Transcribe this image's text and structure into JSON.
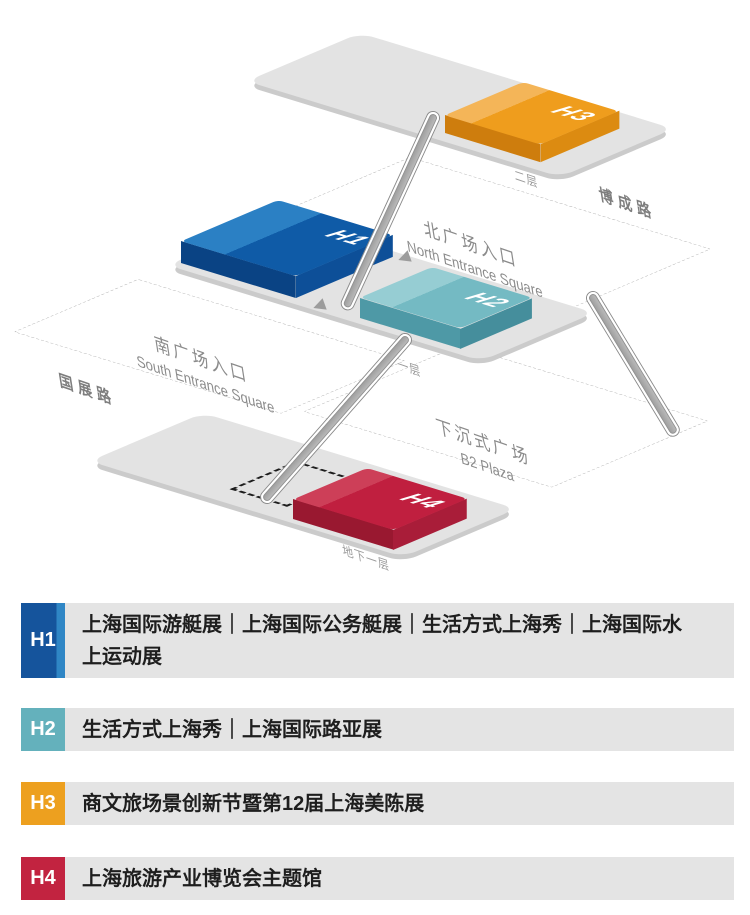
{
  "map": {
    "floor_labels": {
      "level2": "二层",
      "level1": "一层",
      "basement": "地下一层"
    },
    "halls": [
      {
        "id": "h1",
        "label": "H1"
      },
      {
        "id": "h2",
        "label": "H2"
      },
      {
        "id": "h3",
        "label": "H3"
      },
      {
        "id": "h4",
        "label": "H4"
      }
    ],
    "areas": {
      "north": {
        "zh": "北广场入口",
        "en": "North Entrance Square"
      },
      "south": {
        "zh": "南广场入口",
        "en": "South Entrance Square"
      },
      "b2": {
        "zh": "下沉式广场",
        "en": "B2 Plaza"
      }
    },
    "roads": {
      "bocheng": "博成路",
      "guozhan": "国展路"
    }
  },
  "legend": {
    "rows": [
      {
        "code": "H1",
        "text": "上海国际游艇展｜上海国际公务艇展｜生活方式上海秀｜上海国际水上运动展",
        "color": "#15549c"
      },
      {
        "code": "H2",
        "text": "生活方式上海秀｜上海国际路亚展",
        "color": "#64b1bc"
      },
      {
        "code": "H3",
        "text": "商文旅场景创新节暨第12届上海美陈展",
        "color": "#eda01f"
      },
      {
        "code": "H4",
        "text": "上海旅游产业博览会主题馆",
        "color": "#c22340"
      }
    ]
  },
  "colors": {
    "plate": "#e3e3e3",
    "plate_edge": "#cbcbcb",
    "dashed_outline": "#bcbcbc",
    "tube": "#a8a8a8",
    "map_text": "#8b8b8b",
    "legend_bg": "#e4e4e4",
    "legend_text": "#1e1e1e",
    "h1_main": "#0f5ba7",
    "h1_light": "#2b80c4",
    "h2_main": "#74bac3",
    "h2_light": "#96cdd3",
    "h3_main": "#ef9d1d",
    "h3_light": "#f4b558",
    "h4_main": "#c01f3f",
    "h4_light": "#cd3f58"
  }
}
